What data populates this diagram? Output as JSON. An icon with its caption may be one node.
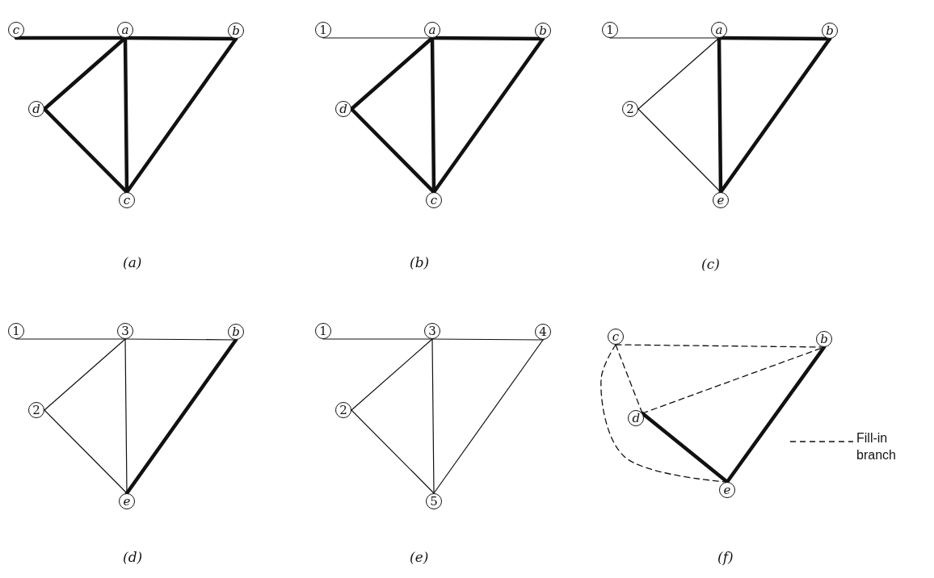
{
  "diagram": {
    "nodes": [
      {
        "text": [
          "c"
        ]
      },
      {
        "text": [
          "a"
        ]
      },
      {
        "text": [
          "b"
        ]
      },
      {
        "text": [
          "d"
        ]
      },
      {
        "text": [
          "c"
        ]
      },
      {
        "text": [
          "1"
        ]
      },
      {
        "text": [
          "a"
        ]
      },
      {
        "text": [
          "b"
        ]
      },
      {
        "text": [
          "d"
        ]
      },
      {
        "text": [
          "c"
        ]
      },
      {
        "text": [
          "1"
        ]
      },
      {
        "text": [
          "a"
        ]
      },
      {
        "text": [
          "b"
        ]
      },
      {
        "text": [
          "2"
        ]
      },
      {
        "text": [
          "e"
        ]
      },
      {
        "text": [
          "1"
        ]
      },
      {
        "text": [
          "3"
        ]
      },
      {
        "text": [
          "b"
        ]
      },
      {
        "text": [
          "2"
        ]
      },
      {
        "text": [
          "e"
        ]
      },
      {
        "text": [
          "1"
        ]
      },
      {
        "text": [
          "3"
        ]
      },
      {
        "text": [
          "4"
        ]
      },
      {
        "text": [
          "2"
        ]
      },
      {
        "text": [
          "5"
        ]
      },
      {
        "text": [
          "c"
        ]
      },
      {
        "text": [
          "b"
        ]
      },
      {
        "text": [
          "d"
        ]
      },
      {
        "text": [
          "e"
        ]
      }
    ],
    "edges": [
      {
        "from": 0,
        "to": 1,
        "arrow": "none",
        "style": "thick"
      },
      {
        "from": 1,
        "to": 2,
        "arrow": "none",
        "style": "thick"
      },
      {
        "from": 1,
        "to": 3,
        "arrow": "none",
        "style": "thick"
      },
      {
        "from": 1,
        "to": 4,
        "arrow": "none",
        "style": "thick"
      },
      {
        "from": 3,
        "to": 4,
        "arrow": "none",
        "style": "thick"
      },
      {
        "from": 2,
        "to": 4,
        "arrow": "none",
        "style": "thick"
      },
      {
        "from": 5,
        "to": 6,
        "arrow": "none"
      },
      {
        "from": 6,
        "to": 7,
        "arrow": "none",
        "style": "thick"
      },
      {
        "from": 6,
        "to": 8,
        "arrow": "none",
        "style": "thick"
      },
      {
        "from": 6,
        "to": 9,
        "arrow": "none",
        "style": "thick"
      },
      {
        "from": 8,
        "to": 9,
        "arrow": "none",
        "style": "thick"
      },
      {
        "from": 7,
        "to": 9,
        "arrow": "none",
        "style": "thick"
      },
      {
        "from": 10,
        "to": 11,
        "arrow": "none"
      },
      {
        "from": 11,
        "to": 12,
        "arrow": "none",
        "style": "thick"
      },
      {
        "from": 11,
        "to": 13,
        "arrow": "none"
      },
      {
        "from": 11,
        "to": 14,
        "arrow": "none",
        "style": "thick"
      },
      {
        "from": 13,
        "to": 14,
        "arrow": "none"
      },
      {
        "from": 12,
        "to": 14,
        "arrow": "none",
        "style": "thick"
      },
      {
        "from": 15,
        "to": 16,
        "arrow": "none"
      },
      {
        "from": 16,
        "to": 17,
        "arrow": "none"
      },
      {
        "from": 16,
        "to": 18,
        "arrow": "none"
      },
      {
        "from": 16,
        "to": 19,
        "arrow": "none"
      },
      {
        "from": 18,
        "to": 19,
        "arrow": "none"
      },
      {
        "from": 17,
        "to": 19,
        "arrow": "none",
        "style": "thick"
      },
      {
        "from": 20,
        "to": 21,
        "arrow": "none"
      },
      {
        "from": 21,
        "to": 22,
        "arrow": "none"
      },
      {
        "from": 21,
        "to": 23,
        "arrow": "none"
      },
      {
        "from": 21,
        "to": 24,
        "arrow": "none"
      },
      {
        "from": 23,
        "to": 24,
        "arrow": "none"
      },
      {
        "from": 22,
        "to": 24,
        "arrow": "none"
      },
      {
        "from": 25,
        "to": 26,
        "arrow": "none",
        "style": "dashed"
      },
      {
        "from": 25,
        "to": 27,
        "arrow": "none",
        "style": "dashed"
      },
      {
        "from": 27,
        "to": 26,
        "arrow": "none",
        "style": "dashed"
      },
      {
        "from": 25,
        "to": 28,
        "arrow": "none",
        "style": "dashed"
      },
      {
        "from": 27,
        "to": 28,
        "arrow": "none",
        "style": "thick"
      },
      {
        "from": 26,
        "to": 28,
        "arrow": "none",
        "style": "thick"
      }
    ],
    "labels": [
      "(a)",
      "(b)",
      "(c)",
      "(d)",
      "(e)",
      "(f)"
    ],
    "legend": [
      {
        "text": "Fill-in branch"
      }
    ]
  }
}
